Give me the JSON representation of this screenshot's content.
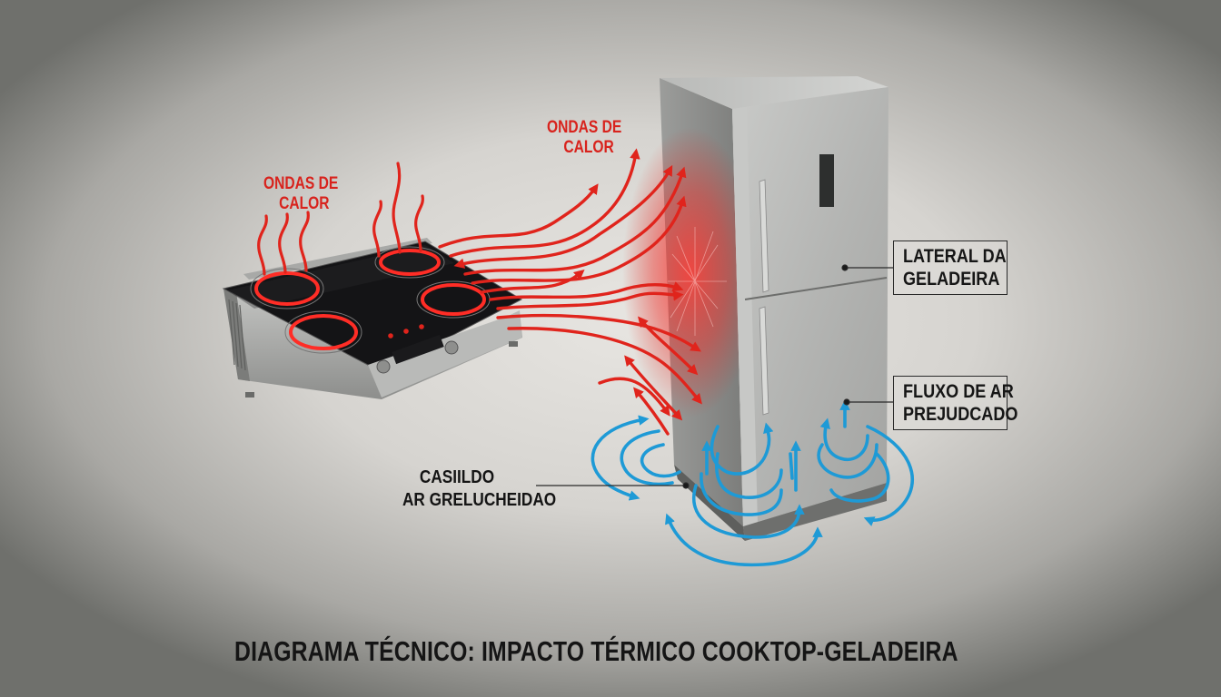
{
  "diagram": {
    "title": "DIAGRAMA TÉCNICO: IMPACTO TÉRMICO COOKTOP-GELADEIRA",
    "labels": {
      "heat_waves_cooktop": {
        "line1": "ONDAS DE",
        "line2": "CALOR"
      },
      "heat_waves_between": {
        "line1": "ONDAS DE",
        "line2": "CALOR"
      },
      "fridge_side": {
        "line1": "LATERAL DA",
        "line2": "GELADEIRA"
      },
      "airflow_impaired": {
        "line1": "FLUXO DE AR",
        "line2": "PREJUDCADO"
      },
      "hot_air": {
        "line1": "CASIILDO",
        "line2": "AR GRELUCHEIDAO"
      }
    },
    "components": [
      {
        "name": "cooktop",
        "burners": 4,
        "state": "hot"
      },
      {
        "name": "refrigerator",
        "type": "two-door stainless steel"
      }
    ],
    "colors": {
      "heat": "#e0241c",
      "airflow": "#1e9ad6",
      "text": "#161616",
      "background": "#d6d4d0"
    }
  }
}
